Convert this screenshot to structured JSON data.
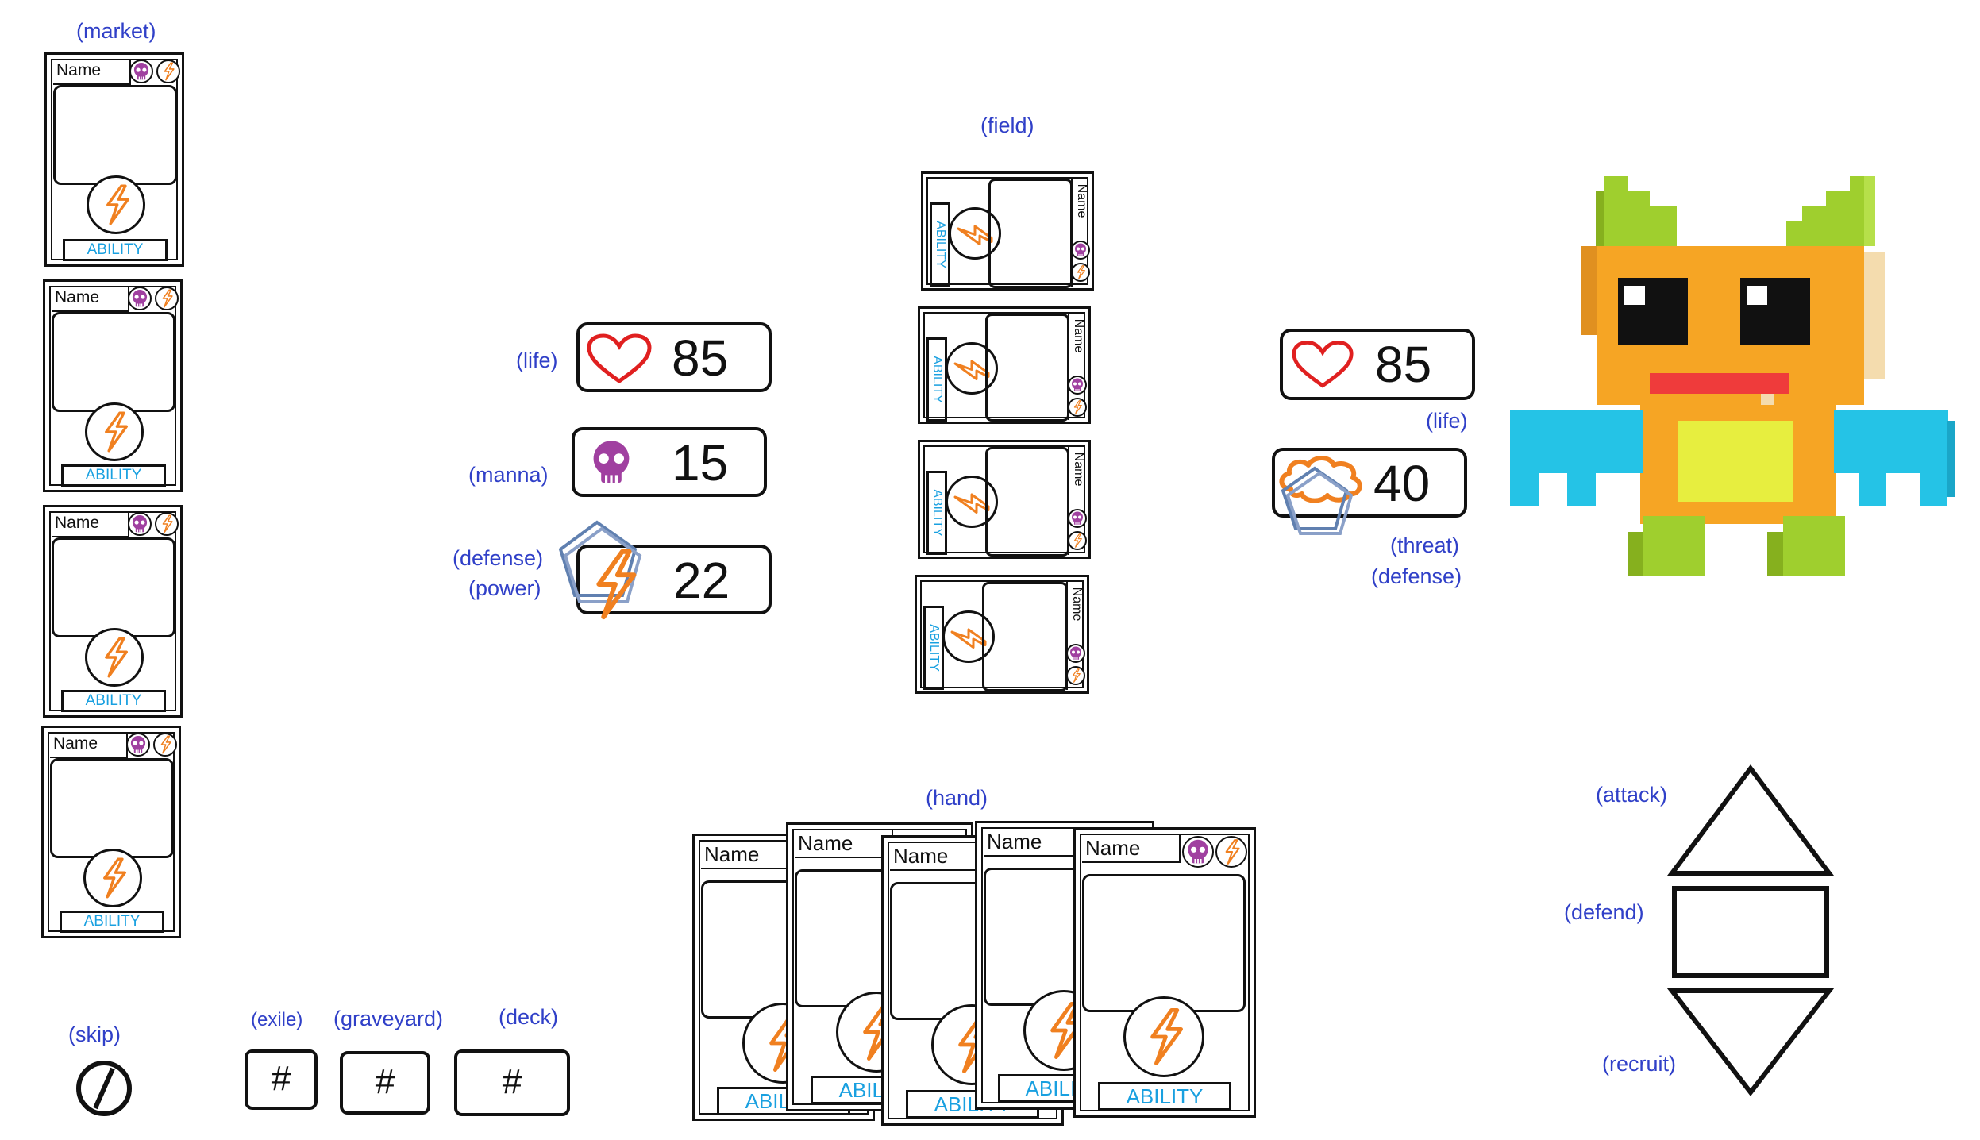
{
  "labels": {
    "market": "(market)",
    "field": "(field)",
    "hand": "(hand)",
    "life_left": "(life)",
    "manna": "(manna)",
    "defense_left": "(defense)",
    "power": "(power)",
    "life_right": "(life)",
    "threat": "(threat)",
    "defense_right": "(defense)",
    "skip": "(skip)",
    "exile": "(exile)",
    "graveyard": "(graveyard)",
    "deck": "(deck)",
    "attack": "(attack)",
    "defend": "(defend)",
    "recruit": "(recruit)"
  },
  "card": {
    "name": "Name",
    "ability": "ABILITY"
  },
  "hand_cards": [
    {
      "name": "Name",
      "ability": "ABILITY"
    },
    {
      "name": "Name",
      "ability": "ABILITY"
    },
    {
      "name": "Name",
      "ability": "ABILITY"
    },
    {
      "name": "Name",
      "ability": "ABILITY"
    },
    {
      "name": "Name",
      "ability": "ABILITY"
    }
  ],
  "player": {
    "life": "85",
    "manna": "15",
    "power": "22"
  },
  "enemy": {
    "life": "85",
    "threat": "40"
  },
  "piles": {
    "exile": "#",
    "graveyard": "#",
    "deck": "#"
  },
  "icons": {
    "life": "heart-icon",
    "manna": "skull-icon",
    "power": "lightning-icon",
    "defense": "pentagon-icon",
    "threat": "cloud-icon",
    "skip": "prohibited-icon",
    "attack": "triangle-up-icon",
    "defend": "rectangle-icon",
    "recruit": "triangle-down-icon"
  },
  "colors": {
    "label": "#3040c8",
    "heart": "#e02020",
    "skull": "#a040a0",
    "lightning": "#f08020",
    "defense": "#6080b0",
    "ability_text": "#19a0e0"
  }
}
